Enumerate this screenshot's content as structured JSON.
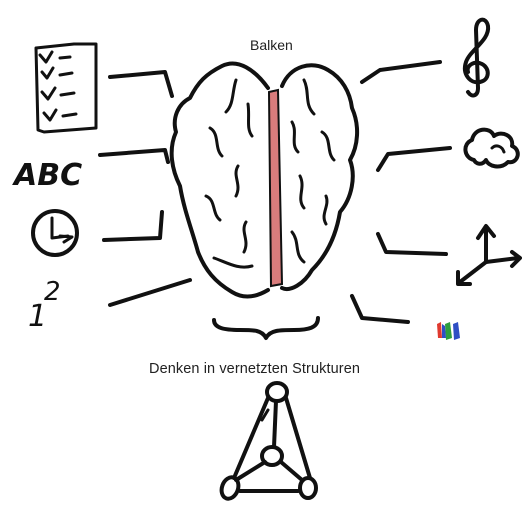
{
  "diagram": {
    "top_label": "Balken",
    "caption": "Denken in vernetzten Strukturen",
    "left_symbols": {
      "abc_text": "ABC",
      "power_base": "1",
      "power_exponent": "2"
    },
    "colors": {
      "ink": "#111111",
      "corpus_callosum": "#d97c7c",
      "dot_red": "#e03a2f",
      "dot_green": "#2e9e3e",
      "dot_blue": "#2f4fc4"
    },
    "icons": [
      "checklist-icon",
      "abc-icon",
      "clock-icon",
      "power-icon",
      "treble-clef-icon",
      "cloud-icon",
      "axes-icon",
      "color-dots-icon",
      "brain-icon",
      "network-triangle-icon"
    ]
  }
}
